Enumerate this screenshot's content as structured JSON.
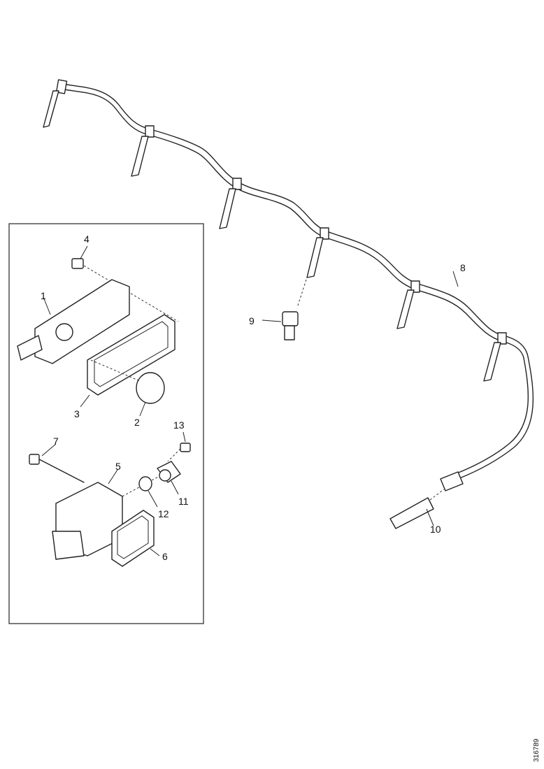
{
  "labels": {
    "p1": "1",
    "p2": "2",
    "p3": "3",
    "p4": "4",
    "p5": "5",
    "p6": "6",
    "p7": "7",
    "p8": "8",
    "p9": "9",
    "p10": "10",
    "p11": "11",
    "p12": "12",
    "p13": "13"
  },
  "reference_code": "316789"
}
